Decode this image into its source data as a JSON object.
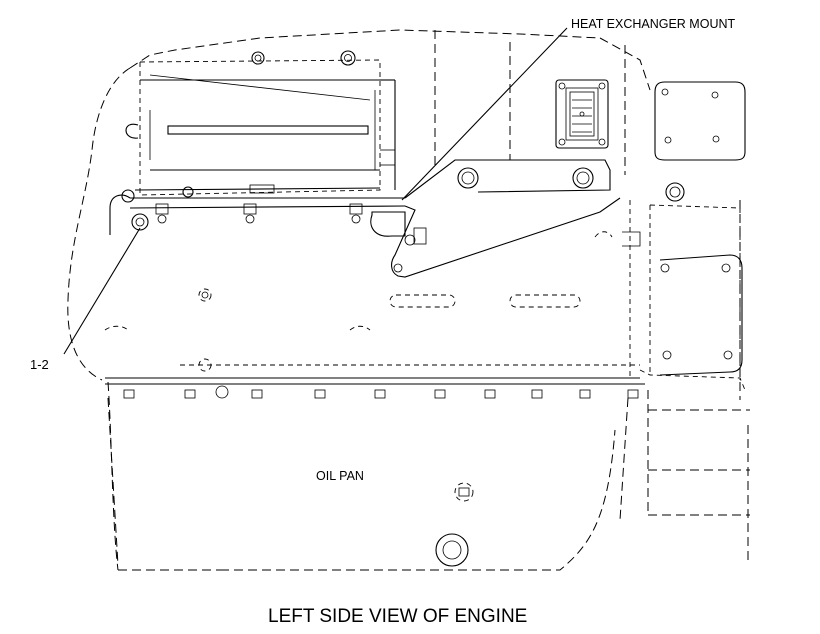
{
  "labels": {
    "heat_exchanger_mount": "HEAT EXCHANGER MOUNT",
    "callout": "1-2",
    "oil_pan": "OIL PAN",
    "caption": "LEFT SIDE VIEW OF ENGINE"
  },
  "colors": {
    "line": "#000000",
    "background": "#ffffff"
  }
}
